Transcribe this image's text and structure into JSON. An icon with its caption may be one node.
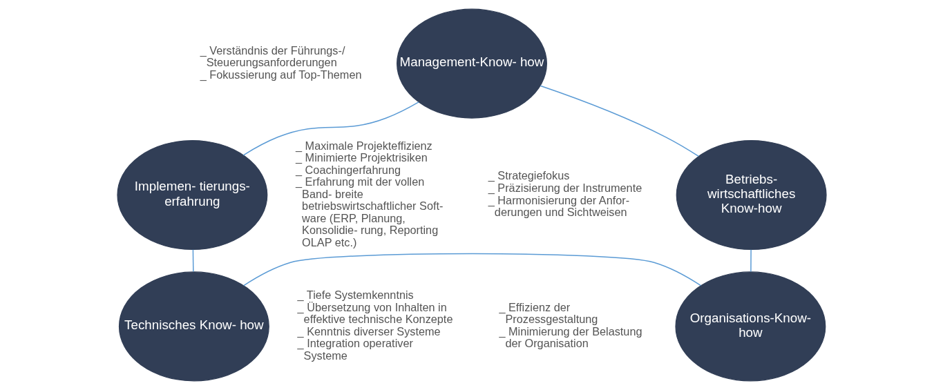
{
  "diagram": {
    "nodes": [
      {
        "text": [
          "Management-Know- how"
        ],
        "beside": [
          "_ Verständnis der Führungs-/ Steuerungsanforderungen",
          "_ Fokussierung auf Top-Themen"
        ]
      },
      {
        "text": [
          "Betriebs- wirtschaftliches Know-how"
        ],
        "beside": [
          "_ Strategiefokus",
          "_ Präzisierung der Instrumente",
          "_ Harmonisierung der Anfor- derungen und Sichtweisen"
        ]
      },
      {
        "text": [
          "Implemen- tierungs- erfahrung"
        ],
        "beside": [
          "_ Maximale Projekteffizienz",
          "_ Minimierte Projektrisiken",
          "_ Coachingerfahrung",
          "_ Erfahrung mit der vollen Band- breite betriebswirtschaftlicher Soft- ware (ERP, Planung, Konsolidie- rung, Reporting OLAP etc.)"
        ]
      },
      {
        "text": [
          "Organisations-Know- how"
        ],
        "beside": [
          "_ Effizienz der Prozessgestaltung",
          "_ Minimierung der Belastung der Organisation"
        ]
      },
      {
        "text": [
          "Technisches Know- how"
        ],
        "beside": [
          "_ Tiefe Systemkenntnis",
          "_ Übersetzung von Inhalten in effektive technische Konzepte",
          "_ Kenntnis diverser Systeme",
          "_ Integration operativer Systeme"
        ]
      }
    ],
    "edges": [
      {
        "from": 0,
        "to": 2,
        "arrow": "none",
        "color": "#5b9bd5"
      },
      {
        "from": 2,
        "to": 4,
        "arrow": "none",
        "color": "#5b9bd5"
      },
      {
        "from": 4,
        "to": 3,
        "arrow": "none",
        "color": "#5b9bd5"
      },
      {
        "from": 3,
        "to": 1,
        "arrow": "none",
        "color": "#5b9bd5"
      },
      {
        "from": 1,
        "to": 0,
        "arrow": "none",
        "color": "#5b9bd5"
      }
    ]
  }
}
